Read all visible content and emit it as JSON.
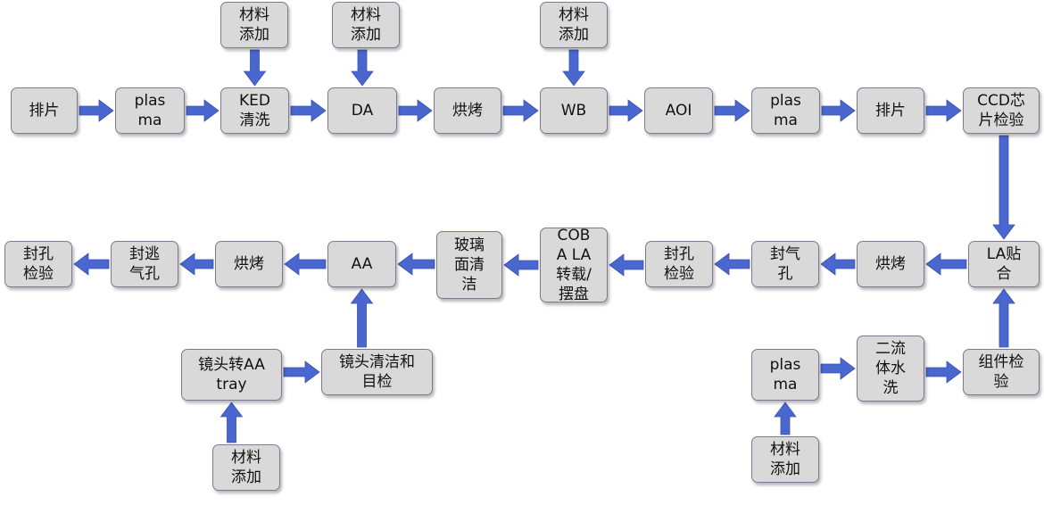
{
  "nodes": [
    {
      "id": "n1",
      "label": "排片"
    },
    {
      "id": "n2",
      "label": "plas\nma"
    },
    {
      "id": "n3",
      "label": "KED\n清洗"
    },
    {
      "id": "n4",
      "label": "DA"
    },
    {
      "id": "n5",
      "label": "烘烤"
    },
    {
      "id": "n6",
      "label": "WB"
    },
    {
      "id": "n7",
      "label": "AOI"
    },
    {
      "id": "n8",
      "label": "plas\nma"
    },
    {
      "id": "n9",
      "label": "排片"
    },
    {
      "id": "n10",
      "label": "CCD芯\n片检验"
    },
    {
      "id": "m1",
      "label": "材料\n添加"
    },
    {
      "id": "m2",
      "label": "材料\n添加"
    },
    {
      "id": "m3",
      "label": "材料\n添加"
    },
    {
      "id": "n11",
      "label": "LA贴\n合"
    },
    {
      "id": "n12",
      "label": "烘烤"
    },
    {
      "id": "n13",
      "label": "封气\n孔"
    },
    {
      "id": "n14",
      "label": "封孔\n检验"
    },
    {
      "id": "n15",
      "label": "COB\nA LA\n转载/\n摆盘"
    },
    {
      "id": "n16",
      "label": "玻璃\n面清\n洁"
    },
    {
      "id": "n17",
      "label": "AA"
    },
    {
      "id": "n18",
      "label": "烘烤"
    },
    {
      "id": "n19",
      "label": "封逃\n气孔"
    },
    {
      "id": "n20",
      "label": "封孔\n检验"
    },
    {
      "id": "n21",
      "label": "镜头转AA\ntray"
    },
    {
      "id": "n22",
      "label": "镜头清洁和\n目检"
    },
    {
      "id": "m4",
      "label": "材料\n添加"
    },
    {
      "id": "n23",
      "label": "plas\nma"
    },
    {
      "id": "n24",
      "label": "二流\n体水\n洗"
    },
    {
      "id": "n25",
      "label": "组件检\n验"
    },
    {
      "id": "m5",
      "label": "材料\n添加"
    }
  ],
  "edges": [
    {
      "from": "n1",
      "to": "n2"
    },
    {
      "from": "n2",
      "to": "n3"
    },
    {
      "from": "n3",
      "to": "n4"
    },
    {
      "from": "n4",
      "to": "n5"
    },
    {
      "from": "n5",
      "to": "n6"
    },
    {
      "from": "n6",
      "to": "n7"
    },
    {
      "from": "n7",
      "to": "n8"
    },
    {
      "from": "n8",
      "to": "n9"
    },
    {
      "from": "n9",
      "to": "n10"
    },
    {
      "from": "m1",
      "to": "n3"
    },
    {
      "from": "m2",
      "to": "n4"
    },
    {
      "from": "m3",
      "to": "n6"
    },
    {
      "from": "n10",
      "to": "n11"
    },
    {
      "from": "n11",
      "to": "n12"
    },
    {
      "from": "n12",
      "to": "n13"
    },
    {
      "from": "n13",
      "to": "n14"
    },
    {
      "from": "n14",
      "to": "n15"
    },
    {
      "from": "n15",
      "to": "n16"
    },
    {
      "from": "n16",
      "to": "n17"
    },
    {
      "from": "n17",
      "to": "n18"
    },
    {
      "from": "n18",
      "to": "n19"
    },
    {
      "from": "n19",
      "to": "n20"
    },
    {
      "from": "n21",
      "to": "n22"
    },
    {
      "from": "n22",
      "to": "n17"
    },
    {
      "from": "m4",
      "to": "n21"
    },
    {
      "from": "m5",
      "to": "n23"
    },
    {
      "from": "n23",
      "to": "n24"
    },
    {
      "from": "n24",
      "to": "n25"
    },
    {
      "from": "n25",
      "to": "n11"
    }
  ],
  "colors": {
    "node_fill": "#d9d9d9",
    "node_border": "#7f7895",
    "arrow_fill": "#4a66cf",
    "text": "#111111"
  }
}
